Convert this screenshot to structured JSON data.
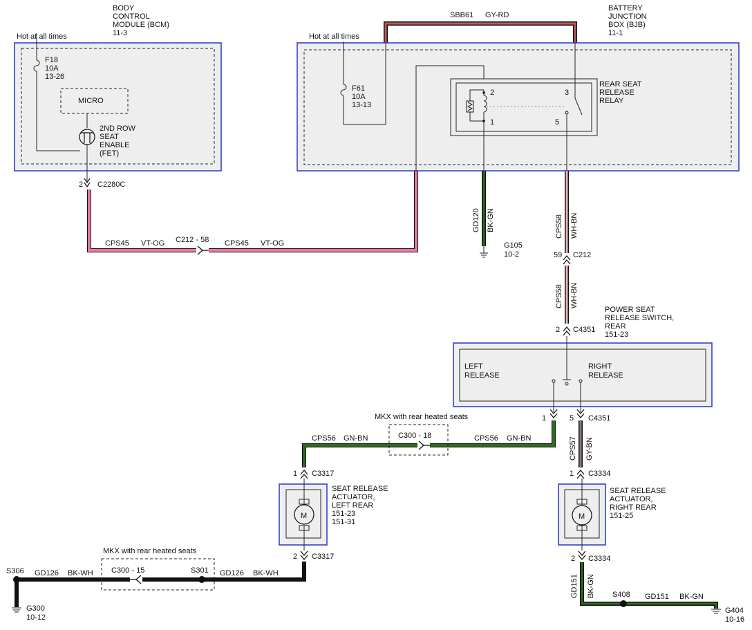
{
  "bcm": {
    "name": [
      "BODY",
      "CONTROL",
      "MODULE (BCM)",
      "11-3"
    ],
    "hot": "Hot at all times",
    "fuse": [
      "F18",
      "10A",
      "13-26"
    ],
    "micro": "MICRO",
    "fet": [
      "2ND ROW",
      "SEAT",
      "ENABLE",
      "(FET)"
    ]
  },
  "bjb": {
    "name": [
      "BATTERY",
      "JUNCTION",
      "BOX (BJB)",
      "11-1"
    ],
    "hot": "Hot at all times",
    "fuse": [
      "F61",
      "10A",
      "13-13"
    ],
    "relay": [
      "REAR SEAT",
      "RELEASE",
      "RELAY"
    ],
    "relay_pins": [
      "2",
      "1",
      "3",
      "5"
    ]
  },
  "top_wire": {
    "circuit": "SBB61",
    "color": "GY-RD"
  },
  "c2280c": {
    "pin": "2",
    "name": "C2280C"
  },
  "cps45": {
    "circuit": "CPS45",
    "color": "VT-OG",
    "inline": "C212 - 58"
  },
  "ground_g105": {
    "circuit": "GD120",
    "color": "BK-GN",
    "ground": "G105",
    "page": "10-2"
  },
  "cps58_upper": {
    "circuit": "CPS58",
    "color": "WH-BN"
  },
  "c212": {
    "pin": "59",
    "name": "C212"
  },
  "cps58_lower": {
    "circuit": "CPS58",
    "color": "WH-BN"
  },
  "c4351_top": {
    "pin": "2",
    "name": "C4351"
  },
  "switch": {
    "name": [
      "POWER SEAT",
      "RELEASE SWITCH,",
      "REAR",
      "151-23"
    ],
    "left": [
      "LEFT",
      "RELEASE"
    ],
    "right": [
      "RIGHT",
      "RELEASE"
    ]
  },
  "c4351_bottom": {
    "pin_left": "1",
    "pin_right": "5",
    "name": "C4351"
  },
  "mkx_upper": {
    "note": "MKX with rear heated seats",
    "connector": "C300 - 18"
  },
  "cps56": {
    "circuit": "CPS56",
    "color": "GN-BN"
  },
  "cps57": {
    "circuit": "CPS57",
    "color": "GY-BN"
  },
  "c3317_top": {
    "pin": "1",
    "name": "C3317"
  },
  "c3334_top": {
    "pin": "1",
    "name": "C3334"
  },
  "actuator_left": {
    "symbol": "M",
    "name": [
      "SEAT RELEASE",
      "ACTUATOR,",
      "LEFT REAR",
      "151-23",
      "151-31"
    ]
  },
  "actuator_right": {
    "symbol": "M",
    "name": [
      "SEAT RELEASE",
      "ACTUATOR,",
      "RIGHT REAR",
      "151-25"
    ]
  },
  "c3317_bottom": {
    "pin": "2",
    "name": "C3317"
  },
  "c3334_bottom": {
    "pin": "2",
    "name": "C3334"
  },
  "mkx_lower": {
    "note": "MKX with rear heated seats",
    "connector": "C300 - 15"
  },
  "gd126_left": {
    "splice": "S306",
    "circuit": "GD126",
    "color": "BK-WH"
  },
  "gd126_right": {
    "splice": "S301",
    "circuit": "GD126",
    "color": "BK-WH"
  },
  "ground_g300": {
    "ground": "G300",
    "page": "10-12"
  },
  "gd151_vertical": {
    "circuit": "GD151",
    "color": "BK-GN"
  },
  "gd151_horizontal": {
    "splice": "S408",
    "circuit": "GD151",
    "color": "BK-GN"
  },
  "ground_g404": {
    "ground": "G404",
    "page": "10-16"
  },
  "colors": {
    "violet_orange": "#e57aa8",
    "black_green": "#2f6b1f",
    "green_brown": "#2f6b1f",
    "white_brown": "#e8b8b8",
    "gray_red": "#b85a5a",
    "gray_brown": "#8a7a7a",
    "black_white": "#111111",
    "box_border": "#2a35c8"
  }
}
